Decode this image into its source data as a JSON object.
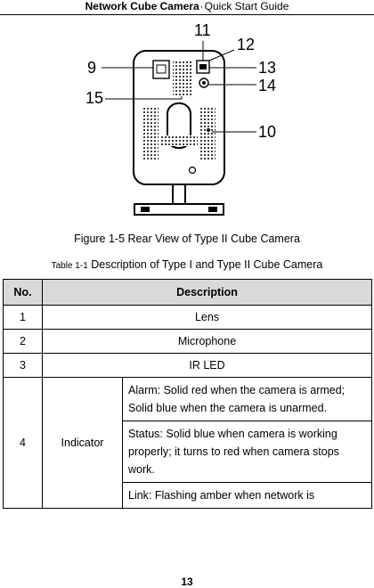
{
  "header": {
    "title_bold": "Network Cube Camera",
    "separator": "·",
    "subtitle": "Quick Start Guide"
  },
  "figure": {
    "callouts": [
      "9",
      "11",
      "12",
      "13",
      "14",
      "15",
      "10"
    ],
    "caption": "Figure 1-5 Rear View of Type II Cube Camera"
  },
  "table_caption": {
    "prefix": "Table 1-1",
    "text": "Description of Type I and Type II Cube Camera"
  },
  "table": {
    "headers": [
      "No.",
      "Description"
    ],
    "rows": [
      {
        "no": "1",
        "desc": "Lens"
      },
      {
        "no": "2",
        "desc": "Microphone"
      },
      {
        "no": "3",
        "desc": "IR LED"
      }
    ],
    "indicator": {
      "no": "4",
      "label": "Indicator",
      "items": [
        "Alarm: Solid red when the camera is armed; Solid blue when the camera is unarmed.",
        "Status: Solid blue when camera is working properly; it turns to red when camera stops work.",
        "Link: Flashing amber when network is"
      ]
    }
  },
  "page_number": "13"
}
